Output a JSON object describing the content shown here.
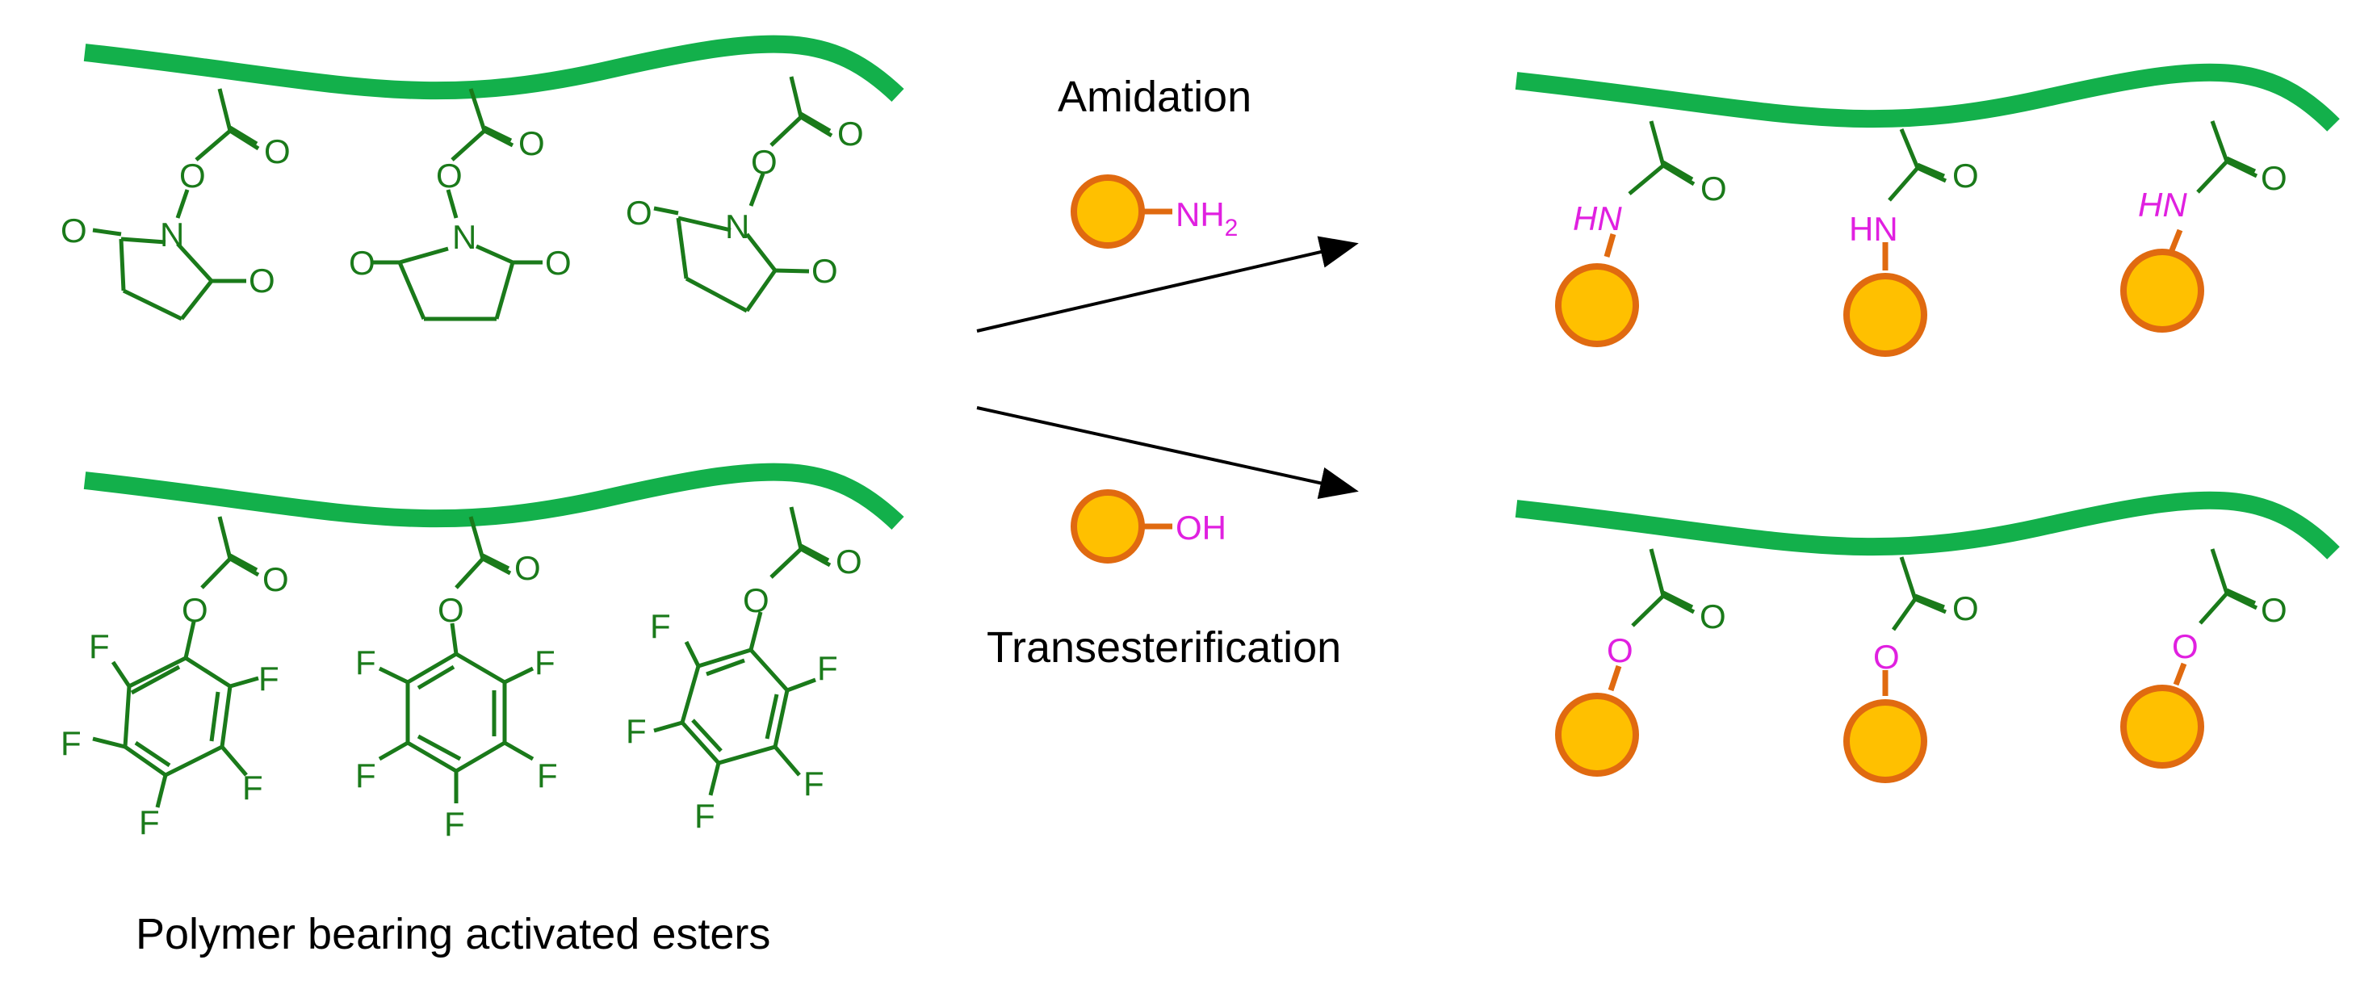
{
  "labels": {
    "amidation": "Amidation",
    "transesterification": "Transesterification",
    "caption": "Polymer bearing activated esters"
  },
  "reagents": {
    "amine_main": "NH",
    "amine_sub": "2",
    "alcohol": "OH"
  },
  "atoms": {
    "oxygen": "O",
    "nitrogen": "N",
    "fluorine": "F",
    "amide_nh": "HN"
  },
  "colors": {
    "polymer": "#13b04b",
    "bond": "#1a7a1a",
    "heteroatom_new": "#e020e0",
    "bead_fill": "#ffc000",
    "bead_stroke": "#e06a10",
    "arrow": "#000000"
  },
  "icons": {
    "bead": "orange-circle-icon",
    "arrow": "reaction-arrow-icon"
  }
}
